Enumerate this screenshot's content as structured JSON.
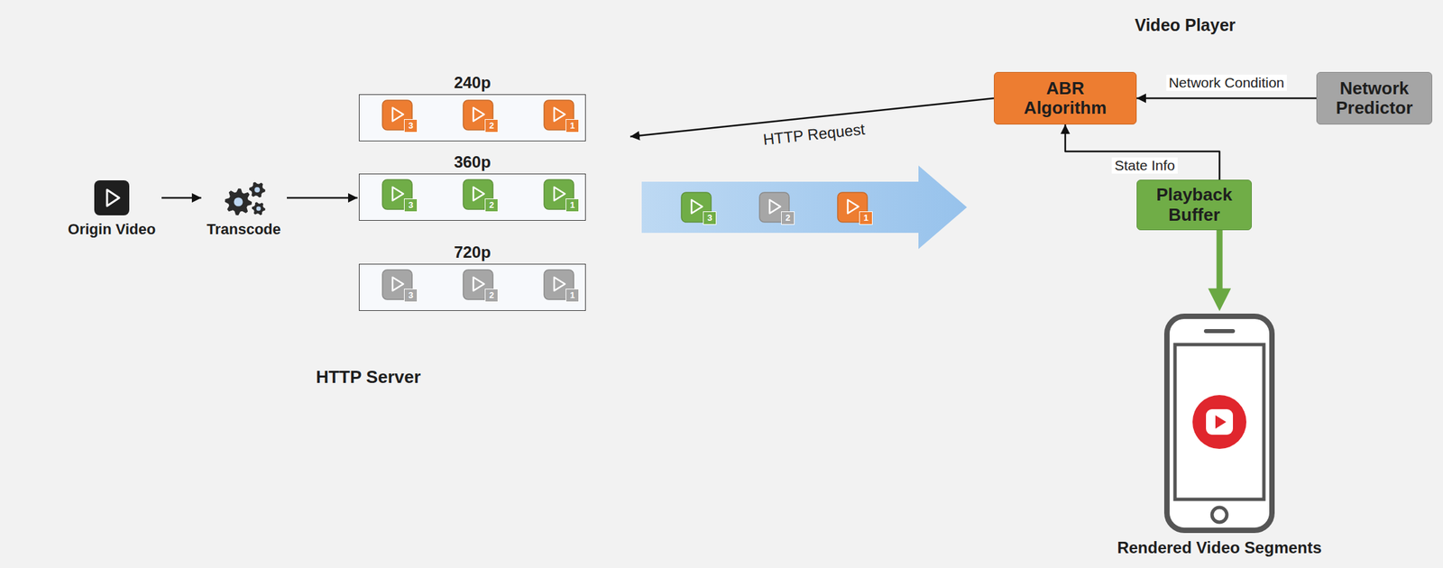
{
  "diagram": {
    "nodes": [
      {
        "text": [
          "HTTP Server"
        ]
      },
      {
        "text": [
          "Origin Video"
        ],
        "in": 0
      },
      {
        "text": [
          "Transcode"
        ],
        "in": 0
      },
      {
        "text": [
          "240p"
        ],
        "in": 0
      },
      {
        "text": [
          "360p"
        ],
        "in": 0
      },
      {
        "text": [
          "720p"
        ],
        "in": 0
      },
      {
        "text": [
          "Video Player"
        ]
      },
      {
        "text": [
          "ABR Algorithm"
        ],
        "in": 6
      },
      {
        "text": [
          "Network Predictor"
        ],
        "in": 6
      },
      {
        "text": [
          "Playback Buffer"
        ],
        "in": 6
      },
      {
        "text": [
          "Rendered Video Segments"
        ]
      }
    ],
    "edges": [
      {
        "from": 1,
        "to": 2,
        "arrow": "to"
      },
      {
        "from": 2,
        "to": 4,
        "arrow": "to"
      },
      {
        "from": 7,
        "to": 0,
        "label": "HTTP Request",
        "arrow": "to"
      },
      {
        "from": 0,
        "to": 6,
        "arrow": "to"
      },
      {
        "from": 8,
        "to": 7,
        "label": "Network Condition",
        "arrow": "to"
      },
      {
        "from": 9,
        "to": 7,
        "label": "State Info",
        "arrow": "to"
      },
      {
        "from": 9,
        "to": 10,
        "arrow": "to"
      }
    ],
    "labels": [
      "3",
      "2",
      "1",
      "3",
      "2",
      "1",
      "3",
      "2",
      "1",
      "3",
      "2",
      "1"
    ]
  }
}
